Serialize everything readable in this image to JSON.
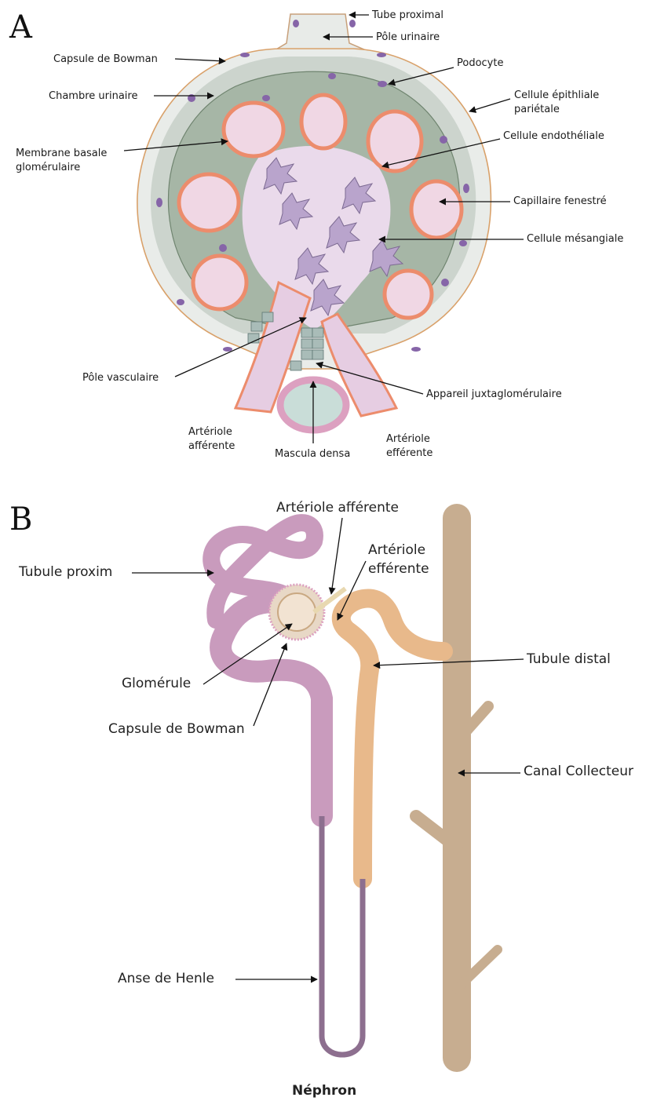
{
  "panels": {
    "a": "A",
    "b": "B"
  },
  "panel_a": {
    "labels": {
      "tube_proximal": "Tube proximal",
      "pole_urinaire": "Pôle urinaire",
      "capsule_bowman": "Capsule de Bowman",
      "podocyte": "Podocyte",
      "chambre_urinaire": "Chambre urinaire",
      "cellule_epith_1": "Cellule épithliale",
      "cellule_epith_2": "pariétale",
      "cellule_endo": "Cellule endothéliale",
      "membrane_1": "Membrane basale",
      "membrane_2": "glomérulaire",
      "capillaire": "Capillaire fenestré",
      "mesangiale": "Cellule  mésangiale",
      "pole_vasc": "Pôle vasculaire",
      "appareil": "Appareil juxtaglomérulaire",
      "art_aff_1": "Artériole",
      "art_aff_2": "afférente",
      "mascula": "Mascula densa",
      "art_eff_1": "Artériole",
      "art_eff_2": "efférente"
    }
  },
  "panel_b": {
    "labels": {
      "art_aff": "Artériole afférente",
      "art_eff_1": "Artériole",
      "art_eff_2": "efférente",
      "tubule_proxim": "Tubule proxim",
      "tubule_distal": "Tubule distal",
      "glomerule": "Glomérule",
      "capsule_bowman": "Capsule de Bowman",
      "canal": "Canal Collecteur",
      "anse": "Anse de Henle",
      "nephron": "Néphron"
    }
  },
  "colors": {
    "capsule_fill": "#ccd4cd",
    "capsule_border": "#d9a16a",
    "podocyte": "#8a9e8b",
    "capillary": "#f0d7e4",
    "capillary_wall": "#ec8c6c",
    "mesangial": "#b9a4cc",
    "nucleus": "#8665a8",
    "proximal_tubule": "#c99bbd",
    "distal_tubule": "#e8b98b",
    "collecting_duct": "#c7ad90",
    "henle": "#8d6f8f"
  }
}
